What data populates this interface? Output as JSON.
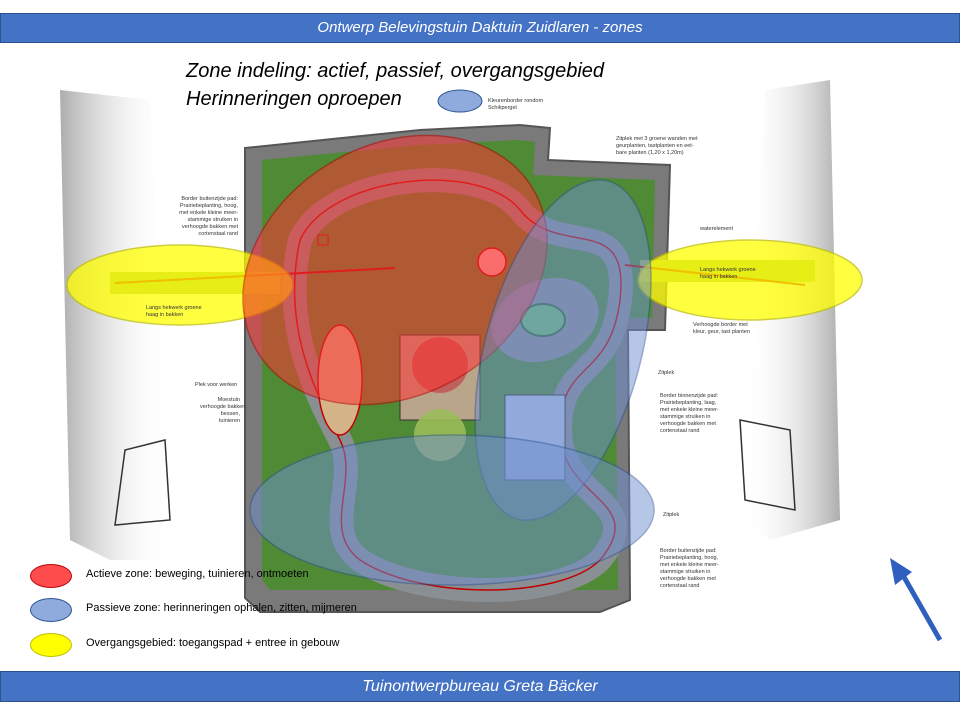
{
  "header": {
    "title": "Ontwerp Belevingstuin Daktuin Zuidlaren - zones"
  },
  "footer": {
    "title": "Tuinontwerpbureau Greta Bäcker"
  },
  "headline": {
    "line1": "Zone indeling: actief, passief, overgangsgebied",
    "line2": "Herinneringen oproepen"
  },
  "legend": [
    {
      "label": "Actieve zone: beweging, tuinieren, ontmoeten",
      "fill": "#ff4d4d",
      "stroke": "#c00000"
    },
    {
      "label": "Passieve zone: herinneringen ophalen, zitten, mijmeren",
      "fill": "#8faadc",
      "stroke": "#2f5597"
    },
    {
      "label": "Overgangsgebied: toegangspad + entree in gebouw",
      "fill": "#ffff00",
      "stroke": "#bfbf00"
    }
  ],
  "zone_colors": {
    "active": "#ff3333",
    "passive": "#6f8fd0",
    "transition": "#ffff00",
    "memory": "#8faadc"
  },
  "plan_notes": {
    "top_center": [
      "Kleurenborder rondom",
      "Schikpergel"
    ],
    "top_right": [
      "Zitplek met 3 groene wanden met",
      "geurplanten, tastplanten en eet-",
      "bare planten (1,20 x 1,20m)"
    ],
    "left_border": [
      "Border buitenzijde pad:",
      "Prairiebeplanting, hoog,",
      "met enkele kleine meer-",
      "stammige struiken in",
      "verhoogde bakken met",
      "cortenstaal rand"
    ],
    "left_path": [
      "Langs hekwerk groene",
      "haag in bakken"
    ],
    "right_path": [
      "Langs hekwerk groene",
      "haag in bakken"
    ],
    "water": [
      "waterelement"
    ],
    "right_raised": [
      "Verhoogde border met",
      "kleur, geur, tast planten"
    ],
    "zitplek_1": [
      "Zitplek"
    ],
    "right_inner": [
      "Border binnenzijde pad:",
      "Prairiebeplanting, laag,",
      "met enkele kleine meer-",
      "stammige struiken in",
      "verhoogde bakken met",
      "cortenstaal rand"
    ],
    "werken": [
      "Plek voor werken"
    ],
    "moestuin": [
      "Moestuin",
      "verhoogde bakken,",
      "bessen,",
      "tuinieren"
    ],
    "zitplek_2": [
      "Zitplek"
    ],
    "right_outer": [
      "Border buitenzijde pad:",
      "Prairiebeplanting, hoog,",
      "met enkele kleine meer-",
      "stammige struiken in",
      "verhoogde bakken met",
      "cortenstaal rand"
    ]
  }
}
